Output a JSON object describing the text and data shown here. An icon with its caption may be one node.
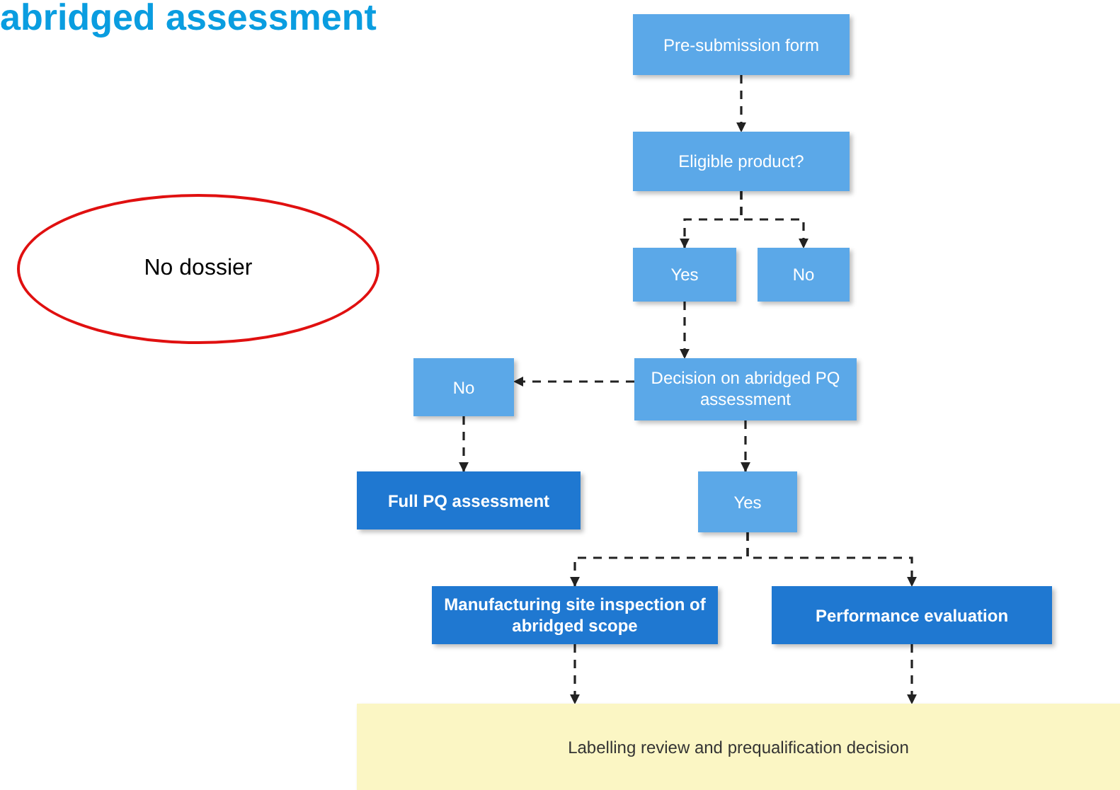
{
  "diagram": {
    "title": "abridged assessment",
    "nodes": [
      {
        "text": [
          "Pre-submission form"
        ]
      },
      {
        "text": [
          "Eligible product?"
        ]
      },
      {
        "text": [
          "Yes"
        ]
      },
      {
        "text": [
          "No"
        ]
      },
      {
        "text": [
          "Decision on abridged PQ assessment"
        ]
      },
      {
        "text": [
          "No"
        ]
      },
      {
        "text": [
          "Full PQ assessment"
        ]
      },
      {
        "text": [
          "Yes"
        ]
      },
      {
        "text": [
          "Manufacturing site inspection of abridged scope"
        ]
      },
      {
        "text": [
          "Performance evaluation"
        ]
      },
      {
        "text": [
          "Labelling review and prequalification decision"
        ]
      },
      {
        "text": [
          "No dossier"
        ]
      }
    ],
    "edges": [
      {
        "from": 0,
        "to": 1,
        "arrow": "to",
        "style": "dashed"
      },
      {
        "from": 1,
        "to": 2,
        "arrow": "to",
        "style": "dashed"
      },
      {
        "from": 1,
        "to": 3,
        "arrow": "to",
        "style": "dashed"
      },
      {
        "from": 2,
        "to": 4,
        "arrow": "to",
        "style": "dashed"
      },
      {
        "from": 4,
        "to": 5,
        "arrow": "to",
        "style": "dashed"
      },
      {
        "from": 5,
        "to": 6,
        "arrow": "to",
        "style": "dashed"
      },
      {
        "from": 4,
        "to": 7,
        "arrow": "to",
        "style": "dashed"
      },
      {
        "from": 7,
        "to": 8,
        "arrow": "to",
        "style": "dashed"
      },
      {
        "from": 7,
        "to": 9,
        "arrow": "to",
        "style": "dashed"
      },
      {
        "from": 8,
        "to": 10,
        "arrow": "to",
        "style": "dashed"
      },
      {
        "from": 9,
        "to": 10,
        "arrow": "to",
        "style": "dashed"
      }
    ]
  }
}
